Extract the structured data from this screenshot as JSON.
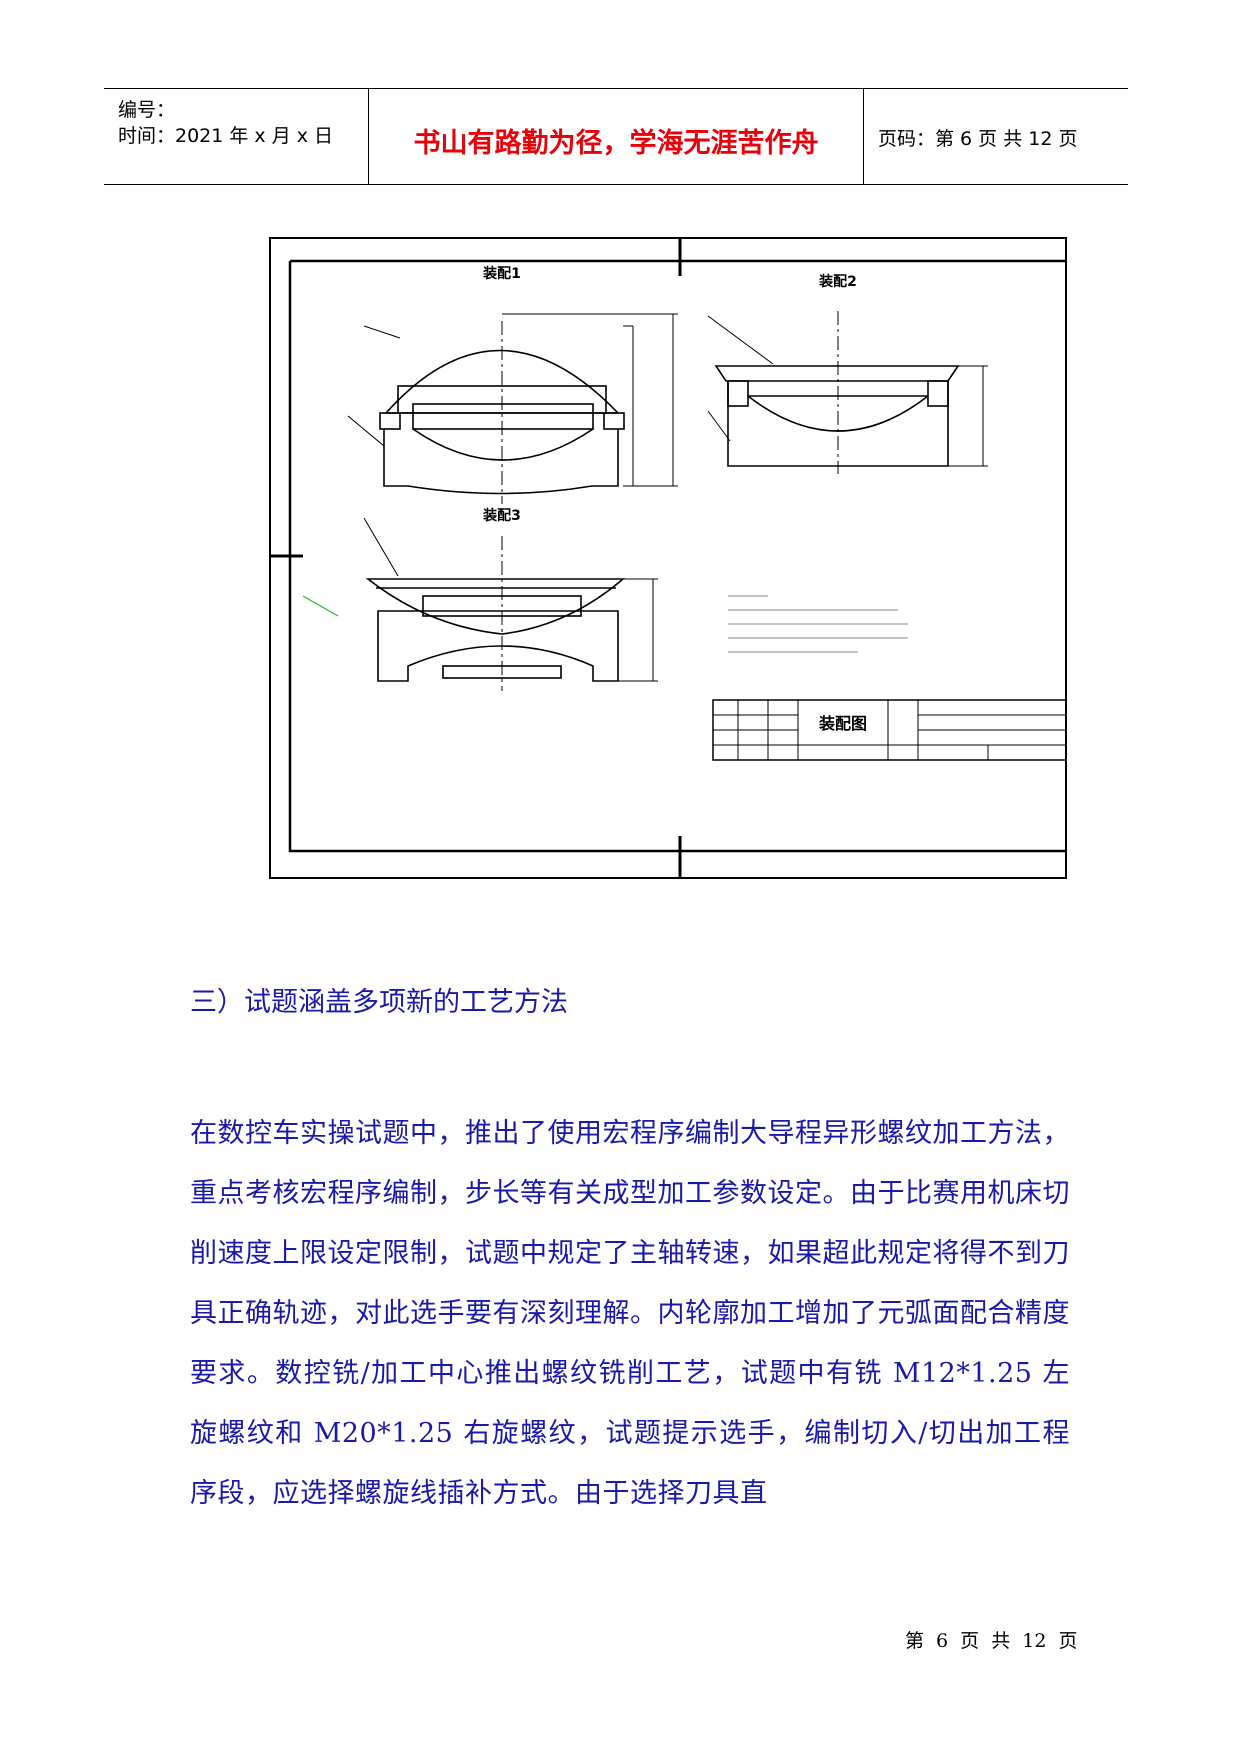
{
  "header": {
    "serial": "编号：",
    "time": "时间：2021 年 x 月 x 日",
    "motto": "书山有路勤为径，学海无涯苦作舟",
    "pagecode": "页码：第 6 页  共 12 页"
  },
  "drawing": {
    "view1_title": "装配1",
    "view2_title": "装配2",
    "view3_title": "装配3",
    "title_block_name": "装配图"
  },
  "section_title": "三）试题涵盖多项新的工艺方法",
  "paragraph": "在数控车实操试题中，推出了使用宏程序编制大导程异形螺纹加工方法，重点考核宏程序编制，步长等有关成型加工参数设定。由于比赛用机床切削速度上限设定限制，试题中规定了主轴转速，如果超此规定将得不到刀具正确轨迹，对此选手要有深刻理解。内轮廓加工增加了元弧面配合精度要求。数控铣/加工中心推出螺纹铣削工艺，试题中有铣 M12*1.25 左旋螺纹和 M20*1.25 右旋螺纹，试题提示选手，编制切入/切出加工程序段，应选择螺旋线插补方式。由于选择刀具直",
  "footer": "第 6 页 共 12 页"
}
